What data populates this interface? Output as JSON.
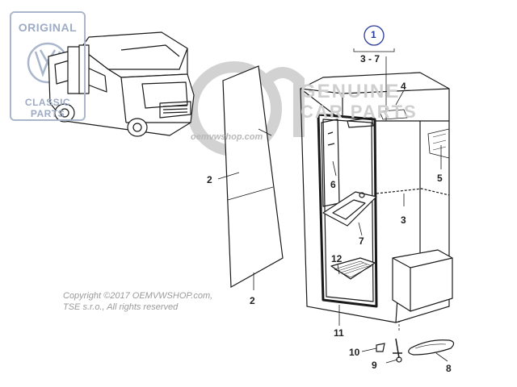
{
  "watermark": {
    "badge_top": "ORIGINAL",
    "badge_bottom": "CLASSIC PARTS",
    "brand_line1": "GENUINE",
    "brand_line2": "CAR PARTS",
    "site": "oemvwshop.com"
  },
  "copyright": {
    "line1": "Copyright ©2017 OEMVWSHOP.com,",
    "line2": "TSE s.r.o., All rights reserved"
  },
  "callouts": {
    "assembly": "1",
    "range": "3 - 7",
    "c2_upper": "2",
    "c2_lower": "2",
    "c3": "3",
    "c4": "4",
    "c5": "5",
    "c6": "6",
    "c7": "7",
    "c8": "8",
    "c9": "9",
    "c10": "10",
    "c11": "11",
    "c12": "12"
  },
  "colors": {
    "line": "#1a1a1a",
    "watermark": "#c8c8c8",
    "badge": "#aab6cc",
    "callout_circle": "#2a3a9a"
  }
}
